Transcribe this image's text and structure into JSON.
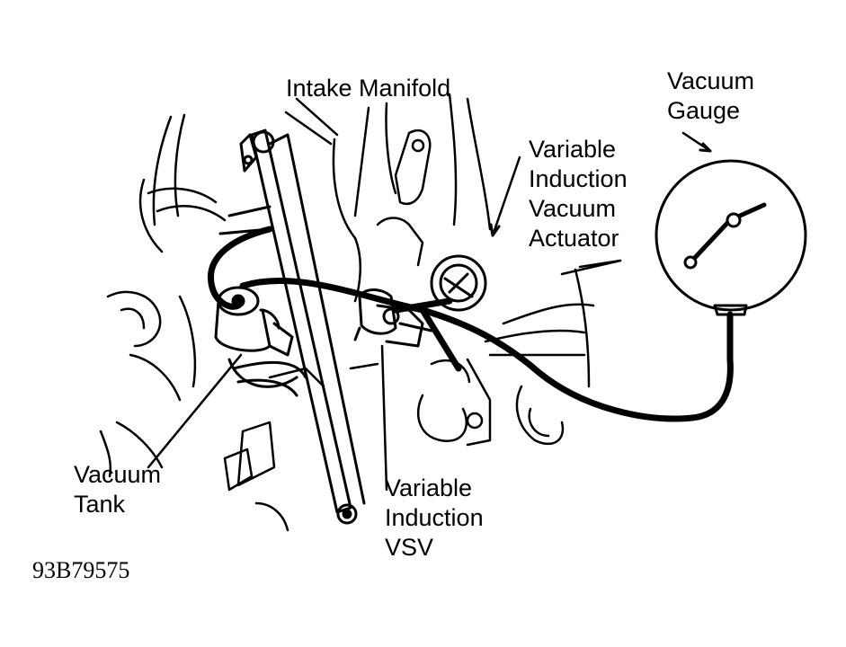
{
  "labels": {
    "intake_manifold": "Intake Manifold",
    "vacuum_gauge": [
      "Vacuum",
      "Gauge"
    ],
    "vacuum_actuator": [
      "Variable",
      "Induction",
      "Vacuum",
      "Actuator"
    ],
    "vacuum_tank": [
      "Vacuum",
      "Tank"
    ],
    "vsv": [
      "Variable",
      "Induction",
      "VSV"
    ]
  },
  "figure_id": "93B79575",
  "colors": {
    "line": "#000000",
    "background": "#ffffff"
  }
}
